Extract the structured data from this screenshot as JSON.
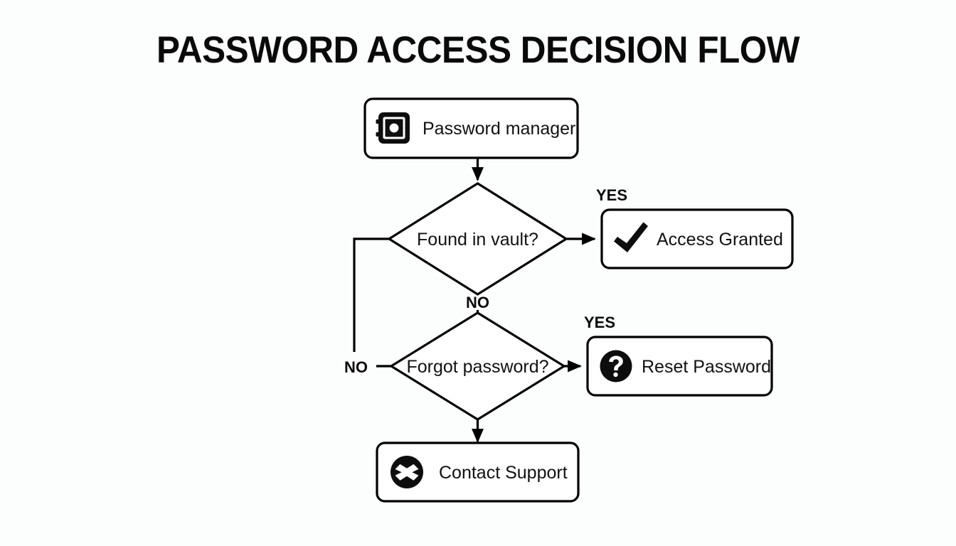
{
  "page": {
    "title": "PASSWORD ACCESS DECISION FLOW",
    "background_color": "#fcfdfd",
    "ink_color": "#000000"
  },
  "diagram": {
    "type": "flowchart",
    "nodes": [
      {
        "id": "start",
        "shape": "rounded-rect",
        "label": "Password manager",
        "icon": "vault-icon"
      },
      {
        "id": "found-in-vault",
        "shape": "diamond",
        "label": "Found in vault?"
      },
      {
        "id": "access-granted",
        "shape": "rounded-rect",
        "label": "Access Granted",
        "icon": "check-icon"
      },
      {
        "id": "forgot-password",
        "shape": "diamond",
        "label": "Forgot password?"
      },
      {
        "id": "reset-password",
        "shape": "rounded-rect",
        "label": "Reset Password",
        "icon": "question-circle-icon"
      },
      {
        "id": "contact-support",
        "shape": "rounded-rect",
        "label": "Contact Support",
        "icon": "x-circle-icon"
      }
    ],
    "edges": [
      {
        "id": "start-to-found",
        "from": "start",
        "to": "found-in-vault",
        "label": ""
      },
      {
        "id": "found-yes",
        "from": "found-in-vault",
        "to": "access-granted",
        "label": "YES"
      },
      {
        "id": "found-no",
        "from": "found-in-vault",
        "to": "forgot-password",
        "label": "NO"
      },
      {
        "id": "found-no-left",
        "from": "found-in-vault",
        "to": "forgot-password",
        "label": "NO"
      },
      {
        "id": "forgot-yes",
        "from": "forgot-password",
        "to": "reset-password",
        "label": "YES"
      },
      {
        "id": "forgot-no",
        "from": "forgot-password",
        "to": "contact-support",
        "label": ""
      }
    ],
    "labels": {
      "yes_top": "YES",
      "no_middle": "NO",
      "no_left": "NO",
      "yes_bottom": "YES"
    }
  }
}
